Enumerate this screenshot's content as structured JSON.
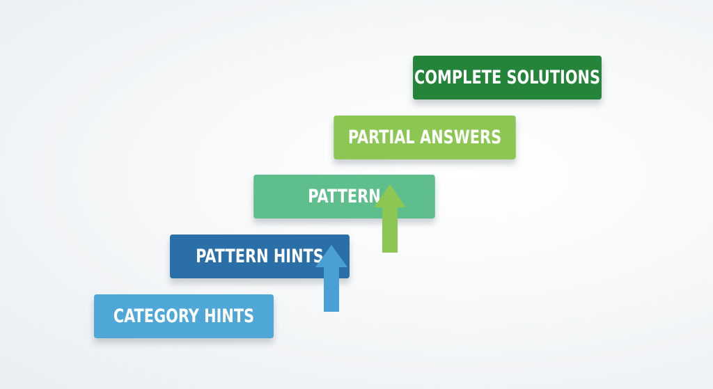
{
  "steps": [
    {
      "label": "CATEGORY HINTS",
      "color": "#4fa7d8"
    },
    {
      "label": "PATTERN HINTS",
      "color": "#2b6fa8"
    },
    {
      "label": "PATTERN",
      "color": "#5ebf8c"
    },
    {
      "label": "PARTIAL ANSWERS",
      "color": "#8cc753"
    },
    {
      "label": "COMPLETE SOLUTIONS",
      "color": "#23843a"
    }
  ],
  "arrows": [
    {
      "icon": "up-arrow-icon",
      "color": "#4a9fd4"
    },
    {
      "icon": "up-arrow-icon",
      "color": "#8cc753"
    }
  ]
}
